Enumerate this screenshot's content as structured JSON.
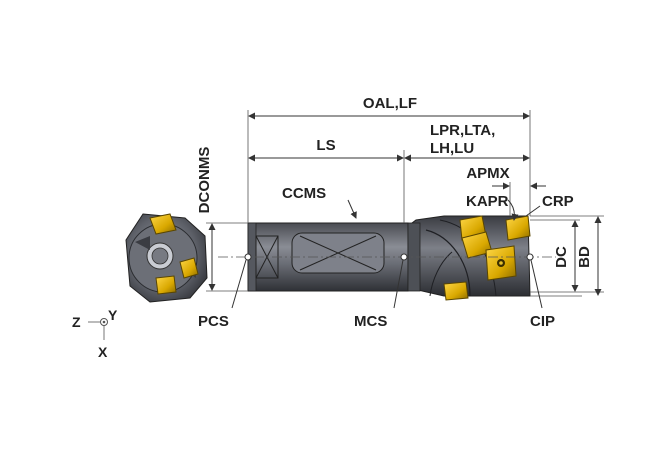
{
  "labels": {
    "oal_lf": "OAL,LF",
    "lpr_lta": "LPR,LTA,",
    "lh_lu": "LH,LU",
    "ls": "LS",
    "apmx": "APMX",
    "kapr": "KAPR",
    "crp": "CRP",
    "dconms": "DCONMS",
    "ccms": "CCMS",
    "dc": "DC",
    "bd": "BD",
    "pcs": "PCS",
    "mcs": "MCS",
    "cip": "CIP"
  },
  "axes": {
    "z": "Z",
    "y": "Y",
    "x": "X"
  },
  "colors": {
    "body_dark": "#3d3f45",
    "body_mid": "#6e7078",
    "body_light": "#a9acb4",
    "insert_gold": "#e0b400",
    "insert_dark": "#6b5600"
  }
}
